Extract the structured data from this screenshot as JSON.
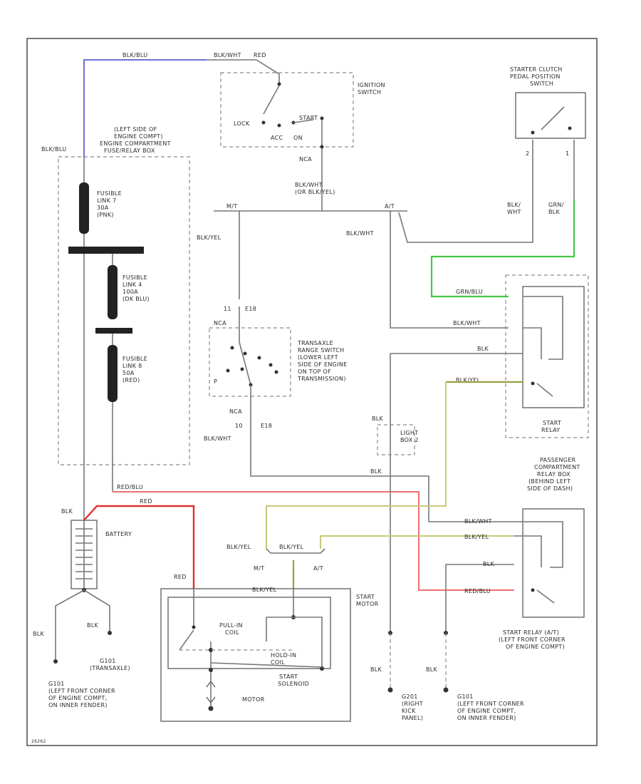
{
  "labels": {
    "wire_blk_blu_top": "BLK/BLU",
    "wire_ign_top": "BLK/WHT",
    "wire_red_top": "RED",
    "ignition_switch": [
      "IGNITION",
      "SWITCH"
    ],
    "lock": "LOCK",
    "start": "START",
    "acc": "ACC",
    "on": "ON",
    "nca_1": "NCA",
    "blk_wht_or_blk_yel": [
      "BLK/WHT",
      "(OR BLK/YEL)"
    ],
    "mt": "M/T",
    "at": "A/T",
    "starter_clutch": [
      "STARTER CLUTCH",
      "PEDAL POSITION",
      "SWITCH"
    ],
    "pin_2": "2",
    "pin_1": "1",
    "blk_wht_right": [
      "BLK/",
      "WHT"
    ],
    "grn_blk_right": [
      "GRN/",
      "BLK"
    ],
    "left_side_box": [
      "(LEFT SIDE OF",
      "ENGINE COMPT)",
      "ENGINE COMPARTMENT",
      "FUSE/RELAY BOX"
    ],
    "blk_blu_side": "BLK/BLU",
    "fusible_7": [
      "FUSIBLE",
      "LINK 7",
      "30A",
      "(PNK)"
    ],
    "fusible_4": [
      "FUSIBLE",
      "LINK 4",
      "100A",
      "(DK BLU)"
    ],
    "fusible_8": [
      "FUSIBLE",
      "LINK 8",
      "50A",
      "(RED)"
    ],
    "blk_yel_mid": "BLK/YEL",
    "blk_wht_mid": "BLK/WHT",
    "e18_a": "E18",
    "a1": "11",
    "nca_2": "NCA",
    "transaxle": [
      "TRANSAXLE",
      "RANGE SWITCH",
      "(LOWER LEFT",
      "SIDE OF ENGINE",
      "ON TOP OF",
      "TRANSMISSION)"
    ],
    "p_pos": "P",
    "nca_3": "NCA",
    "pin_10": "10",
    "e18_b": "E18",
    "blk_wht_lower": "BLK/WHT",
    "grn_blu": "GRN/BLU",
    "blk_wht_r1": "BLK/WHT",
    "blk_r1": "BLK",
    "blk_yel_r1": "BLK/YEL",
    "start_relay": [
      "START",
      "RELAY"
    ],
    "blk_light": "BLK",
    "light_box": [
      "LIGHT",
      "BOX 2"
    ],
    "passenger_box": [
      "PASSENGER",
      "COMPARTMENT",
      "RELAY BOX",
      "(BEHIND LEFT",
      "SIDE OF DASH)"
    ],
    "blk_mid": "BLK",
    "red_blu": "RED/BLU",
    "blk_bat": "BLK",
    "red_bat": "RED",
    "battery": "BATTERY",
    "blk_wht_r2": "BLK/WHT",
    "blk_yel_r2": "BLK/YEL",
    "blk_r2": "BLK",
    "red_blu_r2": "RED/BLU",
    "blk_yel_sw1": "BLK/YEL",
    "blk_yel_sw2": "BLK/YEL",
    "mt2": "M/T",
    "at2": "A/T",
    "red_motor": "RED",
    "blk_yel_motor": "BLK/YEL",
    "start_motor": [
      "START",
      "MOTOR"
    ],
    "pull_in": [
      "PULL-IN",
      "COIL"
    ],
    "hold_in": [
      "HOLD-IN",
      "COIL"
    ],
    "start_solenoid": [
      "START",
      "SOLENOID"
    ],
    "motor": "MOTOR",
    "start_relay_at": [
      "START RELAY (A/T)",
      "(LEFT FRONT CORNER",
      "OF ENGINE COMPT)"
    ],
    "blk_g1": "BLK",
    "blk_g2": "BLK",
    "g101_trans": [
      "G101",
      "(TRANSAXLE)"
    ],
    "g101_left": [
      "G101",
      "(LEFT FRONT CORNER",
      "OF ENGINE COMPT,",
      "ON INNER FENDER)"
    ],
    "blk_g3": "BLK",
    "blk_g4": "BLK",
    "g201": [
      "G201",
      "(RIGHT",
      "KICK",
      "PANEL)"
    ],
    "g101_right": [
      "G101",
      "(LEFT FRONT CORNER",
      "OF ENGINE COMPT,",
      "ON INNER FENDER)"
    ],
    "footer": "26262"
  }
}
